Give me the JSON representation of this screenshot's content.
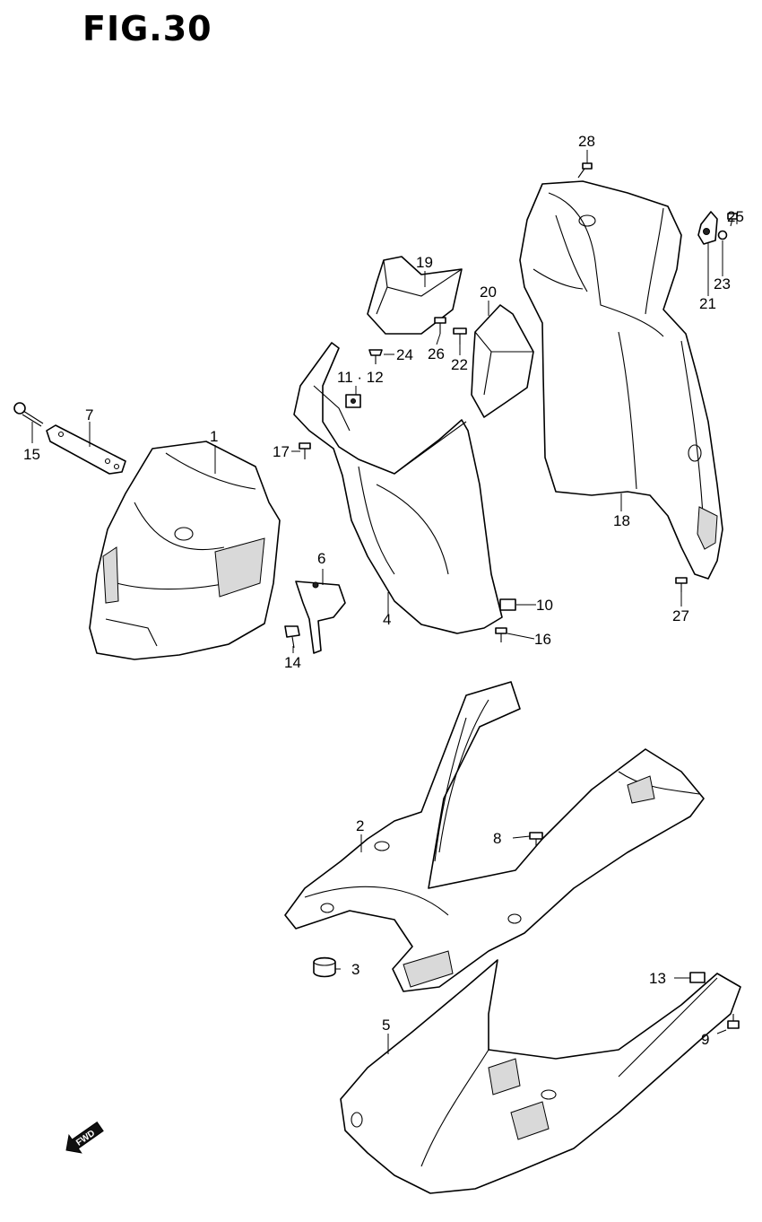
{
  "figure": {
    "title": "FIG.30"
  },
  "fwd_label": "FWD",
  "callouts": {
    "p1": "1",
    "p2": "2",
    "p3": "3",
    "p4": "4",
    "p5": "5",
    "p6": "6",
    "p7": "7",
    "p8": "8",
    "p9": "9",
    "p10": "10",
    "p11_12": "11 · 12",
    "p13": "13",
    "p14": "14",
    "p15": "15",
    "p16": "16",
    "p17": "17",
    "p18": "18",
    "p19": "19",
    "p20": "20",
    "p21": "21",
    "p22": "22",
    "p23": "23",
    "p24": "24",
    "p25": "25",
    "p26": "26",
    "p27": "27",
    "p28": "28"
  }
}
